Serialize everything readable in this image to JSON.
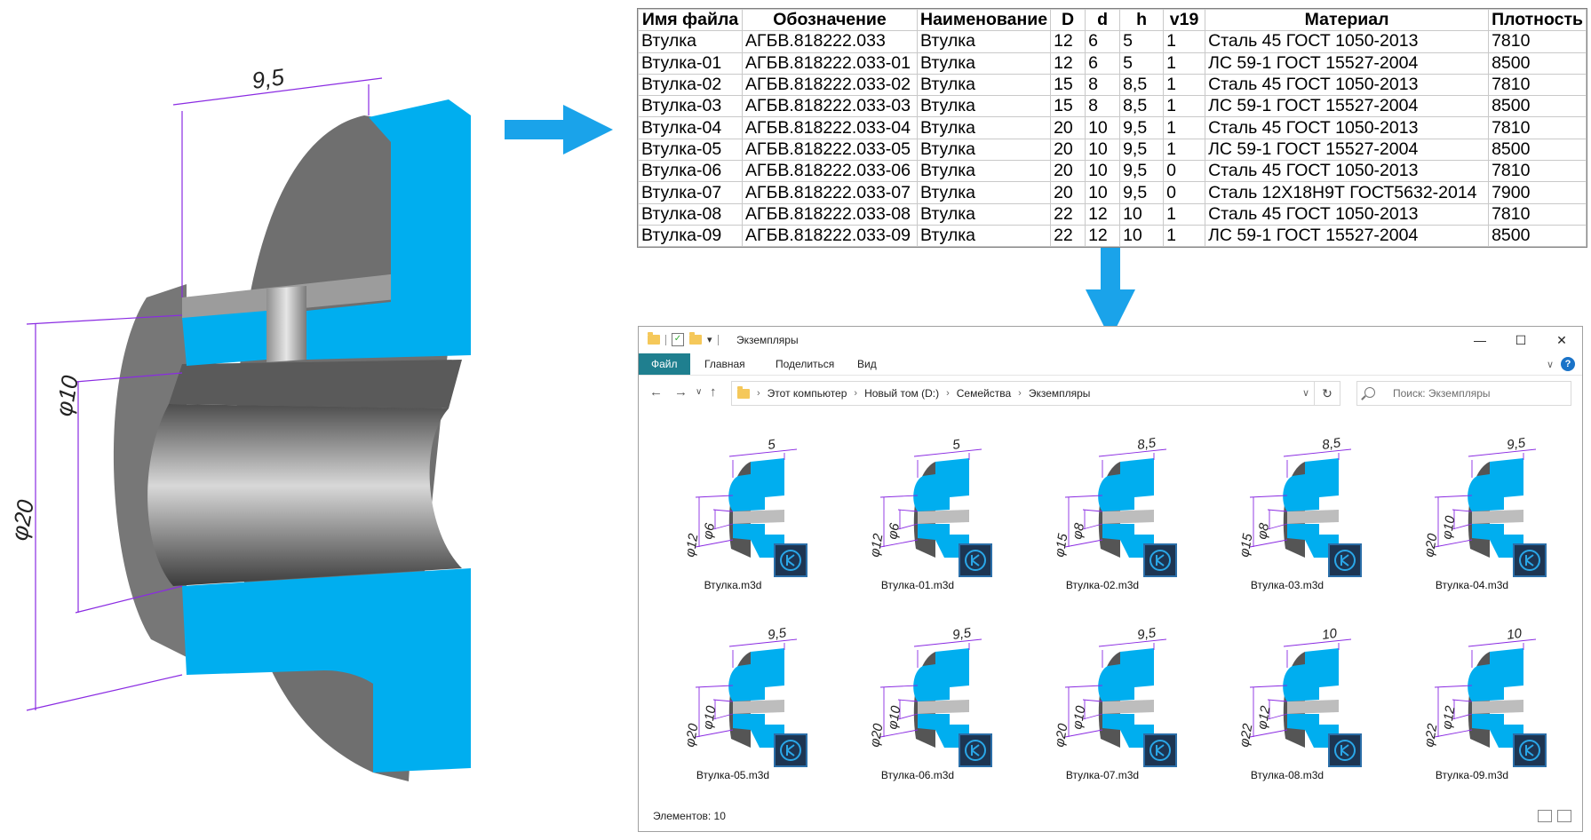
{
  "model": {
    "dims": {
      "top": "9,5",
      "bore": "φ10",
      "outer": "φ20"
    },
    "colors": {
      "section": "#00aeef",
      "metal": "#6e6e6e",
      "dim": "#8a2be2"
    }
  },
  "table": {
    "headers": [
      "Имя файла",
      "Обозначение",
      "Наименование",
      "D",
      "d",
      "h",
      "v19",
      "Материал",
      "Плотность"
    ],
    "rows": [
      [
        "Втулка",
        "АГБВ.818222.033",
        "Втулка",
        "12",
        "6",
        "5",
        "1",
        "Сталь 45 ГОСТ 1050-2013",
        "7810"
      ],
      [
        "Втулка-01",
        "АГБВ.818222.033-01",
        "Втулка",
        "12",
        "6",
        "5",
        "1",
        "ЛС 59-1 ГОСТ 15527-2004",
        "8500"
      ],
      [
        "Втулка-02",
        "АГБВ.818222.033-02",
        "Втулка",
        "15",
        "8",
        "8,5",
        "1",
        "Сталь 45 ГОСТ 1050-2013",
        "7810"
      ],
      [
        "Втулка-03",
        "АГБВ.818222.033-03",
        "Втулка",
        "15",
        "8",
        "8,5",
        "1",
        "ЛС 59-1 ГОСТ 15527-2004",
        "8500"
      ],
      [
        "Втулка-04",
        "АГБВ.818222.033-04",
        "Втулка",
        "20",
        "10",
        "9,5",
        "1",
        "Сталь 45 ГОСТ 1050-2013",
        "7810"
      ],
      [
        "Втулка-05",
        "АГБВ.818222.033-05",
        "Втулка",
        "20",
        "10",
        "9,5",
        "1",
        "ЛС 59-1 ГОСТ 15527-2004",
        "8500"
      ],
      [
        "Втулка-06",
        "АГБВ.818222.033-06",
        "Втулка",
        "20",
        "10",
        "9,5",
        "0",
        "Сталь 45 ГОСТ 1050-2013",
        "7810"
      ],
      [
        "Втулка-07",
        "АГБВ.818222.033-07",
        "Втулка",
        "20",
        "10",
        "9,5",
        "0",
        "Сталь 12Х18Н9Т ГОСТ5632-2014",
        "7900"
      ],
      [
        "Втулка-08",
        "АГБВ.818222.033-08",
        "Втулка",
        "22",
        "12",
        "10",
        "1",
        "Сталь 45 ГОСТ 1050-2013",
        "7810"
      ],
      [
        "Втулка-09",
        "АГБВ.818222.033-09",
        "Втулка",
        "22",
        "12",
        "10",
        "1",
        "ЛС 59-1 ГОСТ 15527-2004",
        "8500"
      ]
    ]
  },
  "explorer": {
    "title": "Экземпляры",
    "ribbon_tabs": [
      "Файл",
      "Главная",
      "Поделиться",
      "Вид"
    ],
    "breadcrumbs": [
      "Этот компьютер",
      "Новый том (D:)",
      "Семейства",
      "Экземпляры"
    ],
    "search_placeholder": "Поиск: Экземпляры",
    "files": [
      {
        "name": "Втулка.m3d",
        "h": "5",
        "D": "φ12",
        "d": "φ6"
      },
      {
        "name": "Втулка-01.m3d",
        "h": "5",
        "D": "φ12",
        "d": "φ6"
      },
      {
        "name": "Втулка-02.m3d",
        "h": "8,5",
        "D": "φ15",
        "d": "φ8"
      },
      {
        "name": "Втулка-03.m3d",
        "h": "8,5",
        "D": "φ15",
        "d": "φ8"
      },
      {
        "name": "Втулка-04.m3d",
        "h": "9,5",
        "D": "φ20",
        "d": "φ10"
      },
      {
        "name": "Втулка-05.m3d",
        "h": "9,5",
        "D": "φ20",
        "d": "φ10"
      },
      {
        "name": "Втулка-06.m3d",
        "h": "9,5",
        "D": "φ20",
        "d": "φ10"
      },
      {
        "name": "Втулка-07.m3d",
        "h": "9,5",
        "D": "φ20",
        "d": "φ10"
      },
      {
        "name": "Втулка-08.m3d",
        "h": "10",
        "D": "φ22",
        "d": "φ12"
      },
      {
        "name": "Втулка-09.m3d",
        "h": "10",
        "D": "φ22",
        "d": "φ12"
      }
    ],
    "status": "Элементов: 10"
  }
}
